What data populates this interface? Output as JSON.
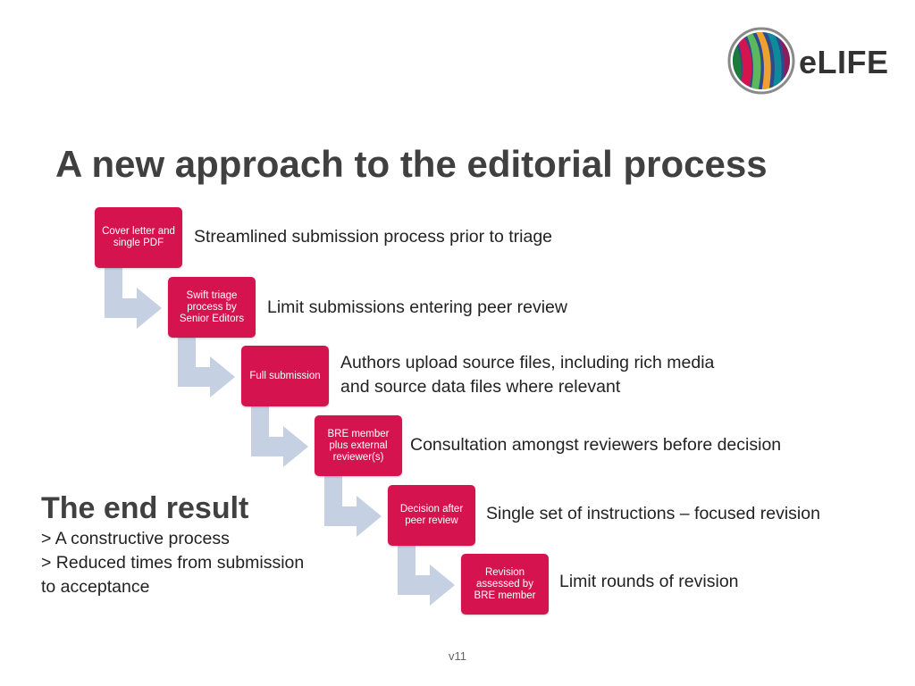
{
  "logo": {
    "text_e": "e",
    "text_rest": "LIFE"
  },
  "title": "A new approach to the editorial process",
  "steps": [
    {
      "label": "Cover letter and single PDF",
      "description": "Streamlined submission process prior to triage"
    },
    {
      "label": "Swift triage process by Senior Editors",
      "description": "Limit submissions entering peer review"
    },
    {
      "label": "Full submission",
      "description_lines": [
        "Authors upload source files, including rich media",
        "and source data files where relevant"
      ]
    },
    {
      "label": "BRE member plus external reviewer(s)",
      "description": "Consultation amongst reviewers before decision"
    },
    {
      "label": "Decision after peer review",
      "description": "Single set of instructions – focused revision"
    },
    {
      "label": "Revision assessed by BRE member",
      "description": "Limit rounds of revision"
    }
  ],
  "end_result": {
    "heading": "The end result",
    "points": [
      "> A constructive process",
      "> Reduced times from submission",
      "to acceptance"
    ]
  },
  "footer": {
    "version": "v11"
  },
  "colors": {
    "step_fill": "#d5144f",
    "arrow_fill": "#c5d0e2",
    "title": "#404040"
  },
  "icons": {
    "logo": "elife-logo-icon",
    "connector": "bent-arrow-icon"
  }
}
